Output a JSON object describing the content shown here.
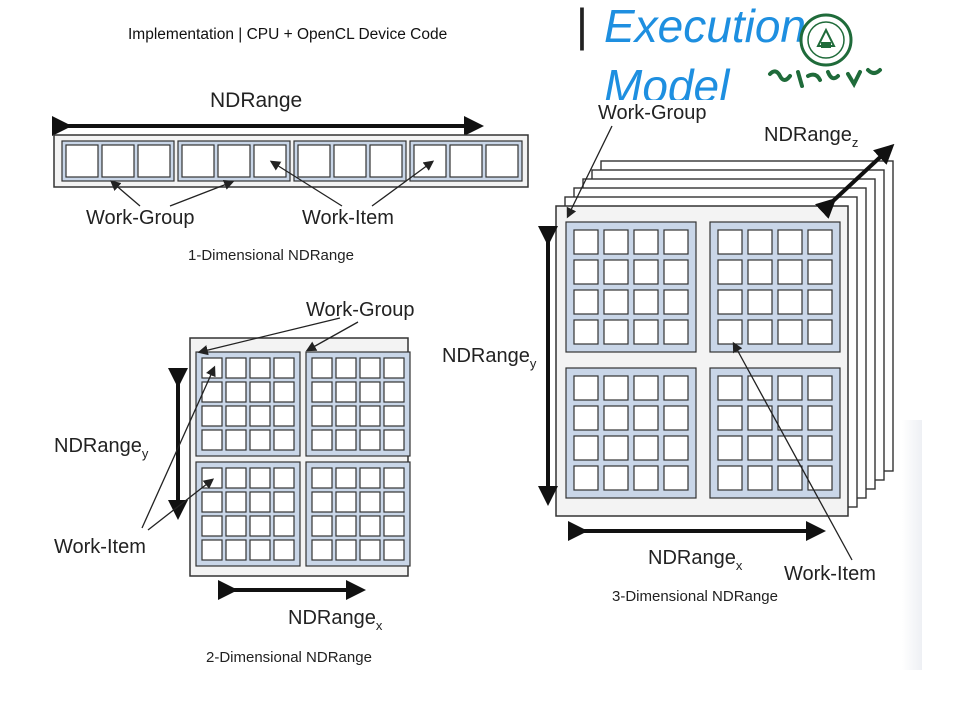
{
  "header": {
    "subtitle": "Implementation | CPU + OpenCL Device Code",
    "separator": "|",
    "title": "Execution Model"
  },
  "diagram_1d": {
    "range_label": "NDRange",
    "work_group_label": "Work-Group",
    "work_item_label": "Work-Item",
    "caption": "1-Dimensional NDRange"
  },
  "diagram_2d": {
    "work_group_label": "Work-Group",
    "range_y_label": "NDRange",
    "range_y_sub": "y",
    "work_item_label": "Work-Item",
    "range_x_label": "NDRange",
    "range_x_sub": "x",
    "caption": "2-Dimensional NDRange"
  },
  "diagram_3d": {
    "work_group_label": "Work-Group",
    "range_z_label": "NDRange",
    "range_z_sub": "z",
    "range_y_label": "NDRange",
    "range_y_sub": "y",
    "range_x_label": "NDRange",
    "range_x_sub": "x",
    "work_item_label": "Work-Item",
    "caption": "3-Dimensional NDRange"
  },
  "colors": {
    "title_blue": "#1e8fe0",
    "group_fill": "#c9d6e8",
    "item_fill": "#ffffff",
    "outline": "#333333",
    "seal_green": "#1f6b3a"
  },
  "icons": {
    "seal": "university-seal-icon"
  }
}
